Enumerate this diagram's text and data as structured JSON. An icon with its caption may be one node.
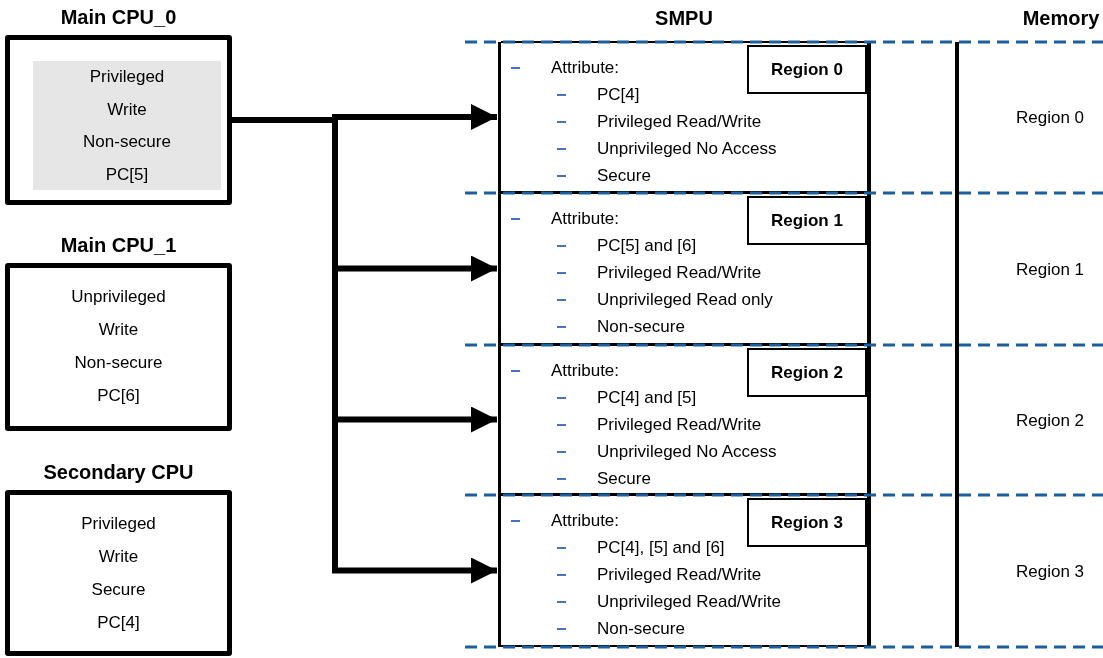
{
  "diagram": {
    "nodes": [
      {
        "text": [
          "Main CPU_0"
        ]
      },
      {
        "text": [
          "Privileged",
          "Write",
          "Non-secure",
          "PC[5]"
        ],
        "in": 0
      },
      {
        "text": [
          "Main CPU_1",
          "Unprivileged",
          "Write",
          "Non-secure",
          "PC[6]"
        ]
      },
      {
        "text": [
          "Secondary CPU",
          "Privileged",
          "Write",
          "Secure",
          "PC[4]"
        ]
      },
      {
        "text": [
          "SMPU"
        ]
      },
      {
        "text": [
          "Attribute:",
          "PC[4]",
          "Privileged Read/Write",
          "Unprivileged No Access",
          "Secure"
        ],
        "in": 4
      },
      {
        "text": [
          "Region 0"
        ],
        "in": 5
      },
      {
        "text": [
          "Attribute:",
          "PC[5] and [6]",
          "Privileged Read/Write",
          "Unprivileged Read only",
          "Non-secure"
        ],
        "in": 4
      },
      {
        "text": [
          "Region 1"
        ],
        "in": 7
      },
      {
        "text": [
          "Attribute:",
          "PC[4] and [5]",
          "Privileged Read/Write",
          "Unprivileged No Access",
          "Secure"
        ],
        "in": 4
      },
      {
        "text": [
          "Region 2"
        ],
        "in": 9
      },
      {
        "text": [
          "Attribute:",
          "PC[4], [5] and [6]",
          "Privileged Read/Write",
          "Unprivileged Read/Write",
          "Non-secure"
        ],
        "in": 4
      },
      {
        "text": [
          "Region 3"
        ],
        "in": 11
      },
      {
        "text": [
          "Memory"
        ]
      },
      {
        "text": [
          "Region 0"
        ],
        "in": 13
      },
      {
        "text": [
          "Region 1"
        ],
        "in": 13
      },
      {
        "text": [
          "Region 2"
        ],
        "in": 13
      },
      {
        "text": [
          "Region 3"
        ],
        "in": 13
      }
    ],
    "edges": [
      {
        "from": 0,
        "to": 5,
        "arrow": "to"
      },
      {
        "from": 0,
        "to": 7,
        "arrow": "to"
      },
      {
        "from": 0,
        "to": 9,
        "arrow": "to"
      },
      {
        "from": 0,
        "to": 11,
        "arrow": "to"
      }
    ]
  }
}
